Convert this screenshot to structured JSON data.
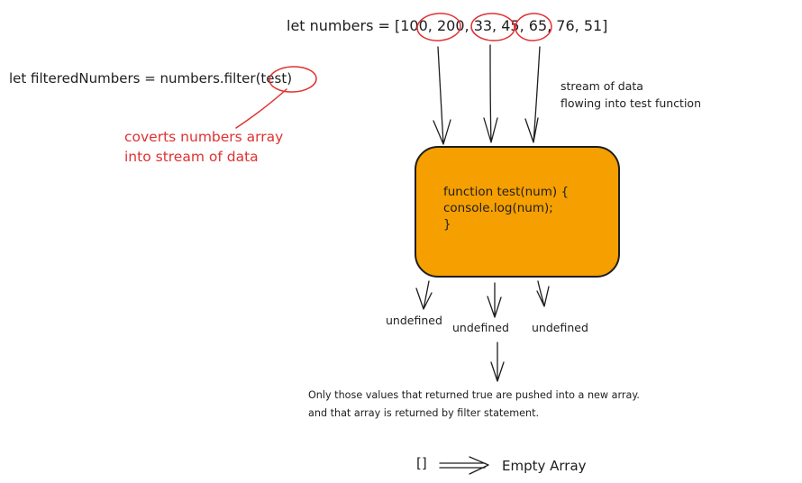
{
  "declaration": {
    "prefix": "let numbers = [",
    "values": [
      "100,",
      "200,",
      "33,"
    ],
    "rest": " 45, 65, 76, 51]"
  },
  "filter_line": {
    "before": "let filteredNumbers = numbers.",
    "method": "filter",
    "after": "(test)"
  },
  "annotation_red": [
    "coverts numbers array",
    "into stream of data"
  ],
  "annotation_stream": [
    "stream of data",
    "flowing into test function"
  ],
  "function_box": {
    "lines": [
      "function test(num) {",
      "   console.log(num);",
      "}"
    ],
    "fill": "#f59f00"
  },
  "outputs": [
    "undefined",
    "undefined",
    "undefined"
  ],
  "result_note": [
    "Only those values that returned true are pushed into a new array.",
    "and that array is returned by filter statement."
  ],
  "result": {
    "value": "[]",
    "label": "Empty Array"
  },
  "colors": {
    "ink": "#1e1e1e",
    "highlight": "#e03131",
    "box": "#f59f00"
  }
}
